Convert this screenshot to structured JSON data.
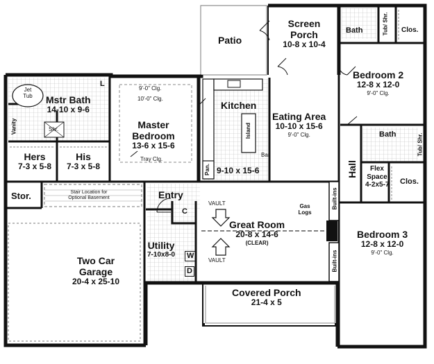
{
  "rooms": {
    "patio": {
      "name": "Patio"
    },
    "screen_porch": {
      "name": "Screen Porch",
      "dims": "10-8 x 10-4"
    },
    "bath_top": {
      "name": "Bath",
      "tub": "Tub/ Shr.",
      "closet": "Clos."
    },
    "bedroom2": {
      "name": "Bedroom 2",
      "dims": "12-8 x 12-0",
      "ceiling": "9'-0\" Clg."
    },
    "mstr_bath": {
      "name": "Mstr Bath",
      "dims": "14-10 x 9-6",
      "jet_tub": "Jet Tub",
      "vanity": "Vanity",
      "shower": "Shr.",
      "linen": "L"
    },
    "master_bedroom": {
      "name": "Master Bedroom",
      "dims": "13-6 x 15-6",
      "ceiling1": "9'-0\" Clg.",
      "ceiling2": "10'-0\" Clg.",
      "tray": "Tray Clg."
    },
    "kitchen": {
      "name": "Kitchen",
      "dims": "9-10 x 15-6",
      "island": "Island",
      "pantry": "Pan."
    },
    "eating_area": {
      "name": "Eating Area",
      "dims": "10-10 x 15-6",
      "ceiling": "9'-0\" Clg.",
      "bar": "Bar"
    },
    "bath_mid": {
      "name": "Bath",
      "tub": "Tub/ Shr."
    },
    "hers": {
      "name": "Hers",
      "dims": "7-3 x 5-8"
    },
    "his": {
      "name": "His",
      "dims": "7-3 x 5-8"
    },
    "hall": {
      "name": "Hall"
    },
    "flex": {
      "name": "Flex Space",
      "dims": "4-2x5-7"
    },
    "closet_mid": {
      "name": "Clos."
    },
    "storage": {
      "name": "Stor."
    },
    "stair_note": "Stair Location for Optional Basement",
    "entry": {
      "name": "Entry",
      "coat": "C"
    },
    "great_room": {
      "name": "Great Room",
      "dims": "20-8 x 14-6",
      "note": "(CLEAR)",
      "vault": "VAULT",
      "gas_logs": "Gas Logs",
      "builtins": "Built-ins"
    },
    "bedroom3": {
      "name": "Bedroom 3",
      "dims": "12-8 x 12-0",
      "ceiling": "9'-0\" Clg."
    },
    "garage": {
      "name": "Two Car Garage",
      "dims": "20-4 x 25-10"
    },
    "utility": {
      "name": "Utility",
      "dims": "7-10x8-0",
      "washer": "W",
      "dryer": "D"
    },
    "covered_porch": {
      "name": "Covered Porch",
      "dims": "21-4 x 5"
    }
  }
}
